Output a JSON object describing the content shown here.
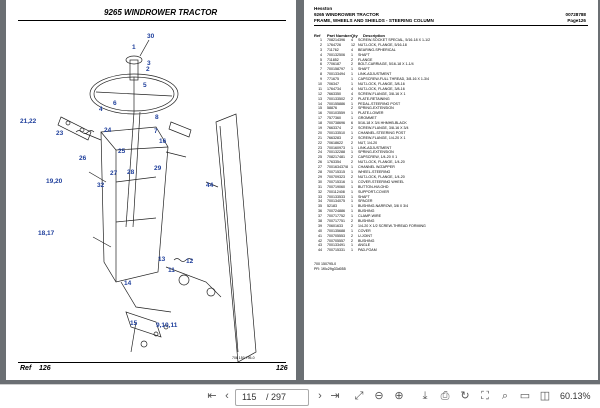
{
  "left_page": {
    "title": "9265 WINDROWER TRACTOR",
    "ref_label": "Ref",
    "ref_left": "126",
    "ref_right": "126",
    "figure_number": "706 150 795-0",
    "callouts": [
      "30",
      "1",
      "3",
      "2",
      "5",
      "6",
      "4",
      "8",
      "7",
      "21,22",
      "23",
      "24",
      "25",
      "26",
      "27",
      "16",
      "28",
      "29",
      "32",
      "44",
      "19,20",
      "18,17",
      "13",
      "12",
      "11",
      "14",
      "15",
      "9,10,11"
    ]
  },
  "right_page": {
    "brand": "Hesston",
    "model": "9265 WINDROWER TRACTOR",
    "doc_code": "00728788",
    "section": "FRAME, WHEELS AND SHIELDS - STEERING COLUMN",
    "page_label": "Page126",
    "columns": [
      "Ref",
      "Part Number",
      "Qty",
      "Description"
    ],
    "rows": [
      [
        "1",
        "708214396",
        "4",
        "SCREW-SOCKET SPECIAL, 5/16-18 X 1-1/2"
      ],
      [
        "2",
        "1764726",
        "12",
        "NUT-LOCK, FLANGE, 5/16-18"
      ],
      [
        "3",
        "711762",
        "4",
        "BEARING-SPHERICAL"
      ],
      [
        "4",
        "700132506",
        "1",
        "SHAFT"
      ],
      [
        "5",
        "711852",
        "2",
        "FLANGE"
      ],
      [
        "6",
        "7706187",
        "2",
        "BOLT-CARRIAGE, 5/16-18 X 1-1/4"
      ],
      [
        "7",
        "700158797",
        "1",
        "SHAFT"
      ],
      [
        "8",
        "700133494",
        "1",
        "LINK-ADJUSTMENT"
      ],
      [
        "9",
        "771675",
        "1",
        "CAPSCREW-FULL THREAD, 3/8-16 X 1-3/4"
      ],
      [
        "10",
        "706347",
        "1",
        "NUT-LOCK, FLANGE, 3/8-16"
      ],
      [
        "11",
        "1764734",
        "4",
        "NUT-LOCK, FLANGE, 3/8-16"
      ],
      [
        "12",
        "7663350",
        "4",
        "SCREW-FLANGE, 3/8-16 X 1"
      ],
      [
        "13",
        "700133502",
        "2",
        "PLATE-RETAINING"
      ],
      [
        "14",
        "700155886",
        "1",
        "PEDAL-STEERING POST"
      ],
      [
        "15",
        "58876",
        "2",
        "SPRING-EXTENSION"
      ],
      [
        "16",
        "700103559",
        "1",
        "PLATE-LOWER"
      ],
      [
        "17",
        "7577360",
        "1",
        "GROMMET"
      ],
      [
        "18",
        "700738696",
        "6",
        "5/16-18 X 3/4 HHMHB-BLACK"
      ],
      [
        "19",
        "7663374",
        "2",
        "SCREW-FLANGE, 3/8-16 X 3/4"
      ],
      [
        "20",
        "700133510",
        "1",
        "CHANNEL-STEERING POST"
      ],
      [
        "21",
        "7663283",
        "2",
        "SCREW-FLANGE, 1/4-20 X 1"
      ],
      [
        "22",
        "70618622",
        "2",
        "NUT, 1/4-20"
      ],
      [
        "23",
        "700160973",
        "1",
        "LINK-ADJUSTMENT"
      ],
      [
        "24",
        "700132288",
        "1",
        "SPRING-EXTENSION"
      ],
      [
        "25",
        "708217481",
        "2",
        "CAPSCREW, 1/4-20 X 1"
      ],
      [
        "26",
        "1763354",
        "2",
        "NUT-LOCK, FLANGE, 1/4-20"
      ],
      [
        "27",
        "700163437/8",
        "1",
        "CHANNEL W/ZAPPER"
      ],
      [
        "28",
        "700715315",
        "1",
        "WHEEL-STEERING"
      ],
      [
        "29",
        "700709323",
        "2",
        "NUT-LOCK, FLANGE, 1/4-20"
      ],
      [
        "30",
        "700715316",
        "1",
        "COVER-STEERING WHEEL"
      ],
      [
        "31",
        "700719060",
        "1",
        "BUTTON-HI/LOHD"
      ],
      [
        "32",
        "700112408",
        "1",
        "SUPPORT-COVER"
      ],
      [
        "33",
        "700133533",
        "1",
        "SHAFT"
      ],
      [
        "34",
        "700134075",
        "1",
        "SPACER"
      ],
      [
        "35",
        "52183",
        "1",
        "BUSHING-NARROW, 3/8 X 3/4"
      ],
      [
        "36",
        "700724886",
        "1",
        "BUSHING"
      ],
      [
        "37",
        "700717752",
        "1",
        "CLAMP-WIRE"
      ],
      [
        "38",
        "700717751",
        "2",
        "BUSHING"
      ],
      [
        "39",
        "70601633",
        "2",
        "1/4-20 X 1/2 SCREW-THREAD FORMING"
      ],
      [
        "40",
        "700135688",
        "1",
        "COVER"
      ],
      [
        "41",
        "700705553",
        "2",
        "U-JOINT"
      ],
      [
        "42",
        "700705557",
        "2",
        "BUSHING"
      ],
      [
        "43",
        "700133491",
        "1",
        "ANGLE"
      ],
      [
        "44",
        "700715331",
        "1",
        "PAD-FOAM"
      ]
    ],
    "footer_lines": [
      "700 150795-0",
      "PR: 1f0c29g33d055"
    ]
  },
  "toolbar": {
    "page_current": "115",
    "page_total": "/ 297",
    "zoom": "60.13%"
  }
}
